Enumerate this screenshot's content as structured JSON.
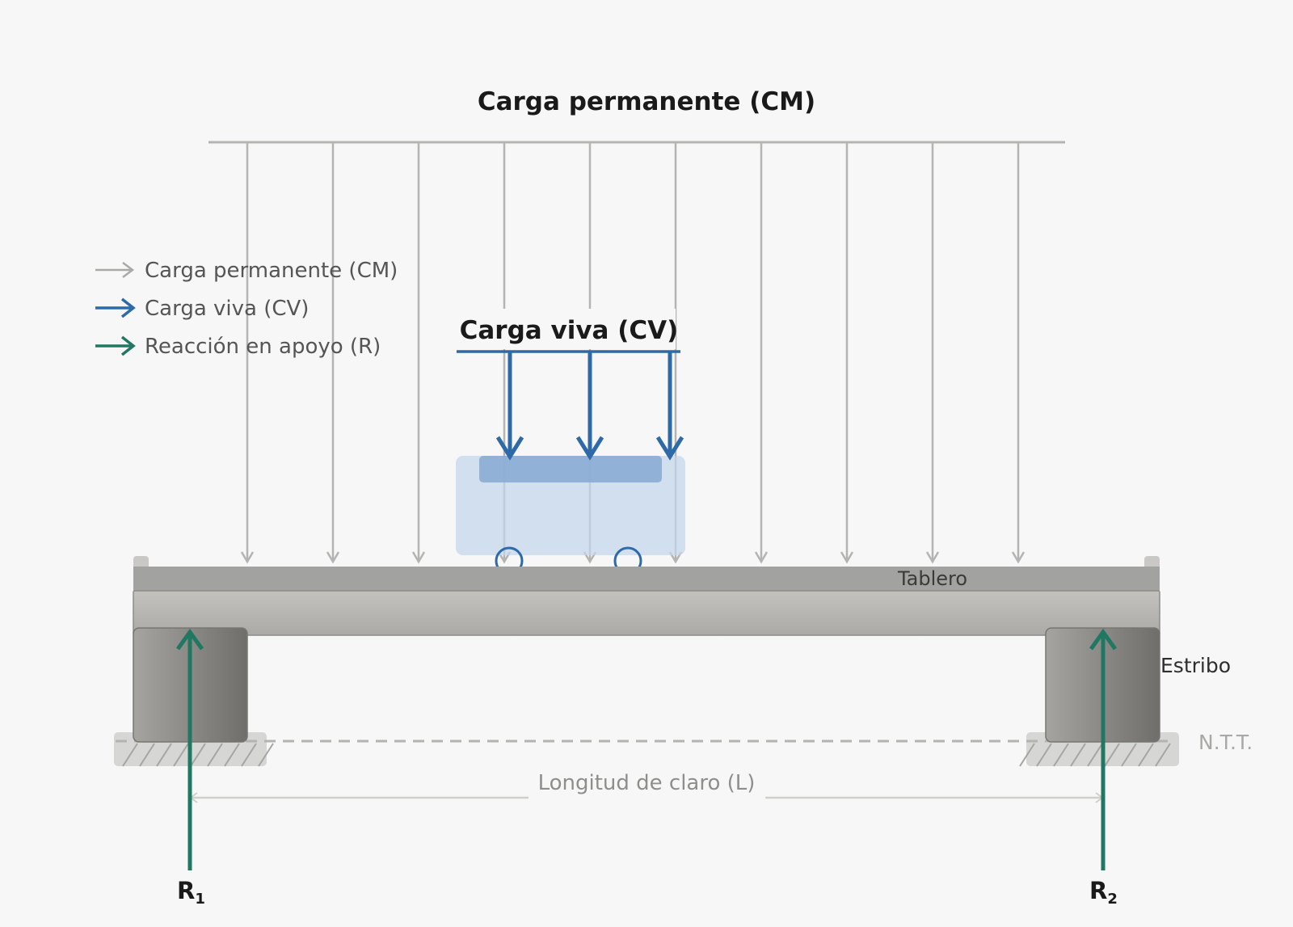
{
  "title_dead": "Carga permanente (CM)",
  "title_live": "Carga viva (CV)",
  "legend": {
    "dead": "Carga permanente (CM)",
    "live": "Carga viva (CV)",
    "reaction": "Reacción en apoyo (R)"
  },
  "labels": {
    "deck": "Tablero",
    "abutment": "Estribo",
    "ground": "N.T.T.",
    "span": "Longitud de claro (L)"
  },
  "reactions": {
    "r1_base": "R",
    "r1_sub": "1",
    "r2_base": "R",
    "r2_sub": "2"
  },
  "colors": {
    "dead_load": "#b0b0ae",
    "live_load": "#2f6aa8",
    "reaction": "#217862",
    "deck": "#a2a2a0",
    "beam": "#bcbab6",
    "abutment": "#8b8a86",
    "background": "#f7f7f7"
  }
}
